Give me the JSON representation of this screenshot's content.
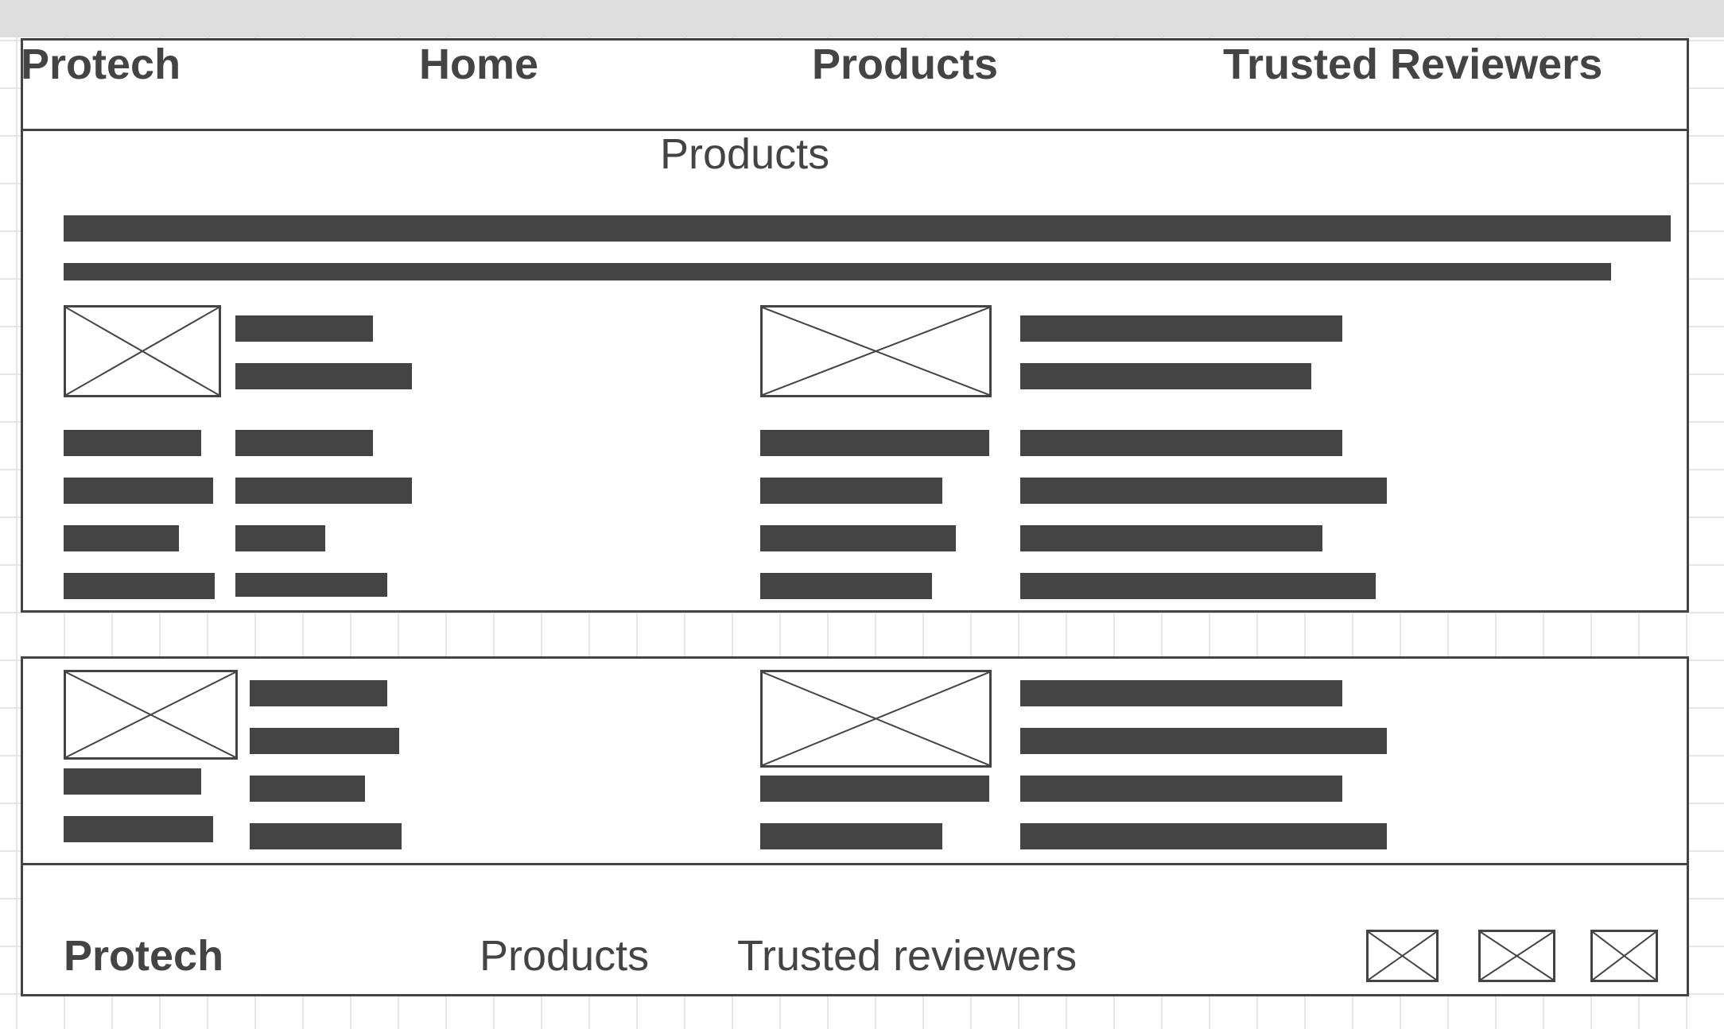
{
  "header": {
    "brand": "Protech",
    "nav": [
      {
        "label": "Home"
      },
      {
        "label": "Products"
      },
      {
        "label": "Trusted Reviewers"
      }
    ]
  },
  "main": {
    "title": "Products"
  },
  "footer": {
    "brand": "Protech",
    "links": [
      {
        "label": "Products"
      },
      {
        "label": "Trusted reviewers"
      }
    ],
    "icons": [
      "social-icon-1",
      "social-icon-2",
      "social-icon-3"
    ]
  }
}
